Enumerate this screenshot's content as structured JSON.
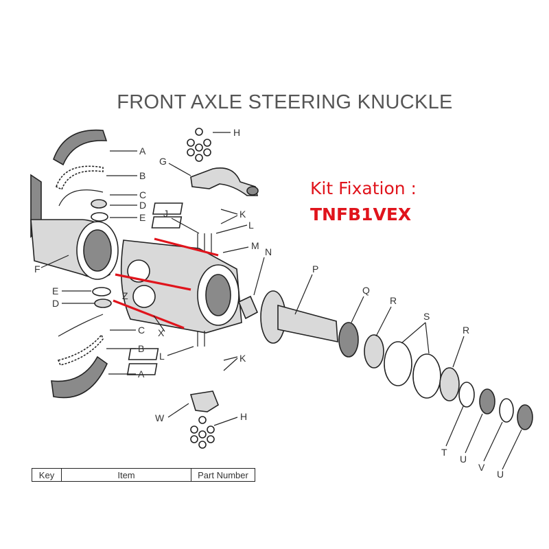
{
  "title": "FRONT AXLE STEERING KNUCKLE",
  "kit": {
    "label": "Kit Fixation :",
    "code": "TNFB1VEX",
    "color": "#e0141c"
  },
  "callouts": {
    "A_top": "A",
    "B_top": "B",
    "C_top": "C",
    "D_top": "D",
    "E_top": "E",
    "F": "F",
    "E_mid": "E",
    "D_mid": "D",
    "C_bot": "C",
    "B_bot": "B",
    "A_bot": "A",
    "G": "G",
    "H_top": "H",
    "H_bot": "H",
    "J": "J",
    "K_top": "K",
    "K_bot": "K",
    "L_top": "L",
    "L_bot": "L",
    "M": "M",
    "N": "N",
    "P": "P",
    "Q": "Q",
    "R_left": "R",
    "S": "S",
    "R_right": "R",
    "T": "T",
    "U_left": "U",
    "V": "V",
    "U_right": "U",
    "W": "W",
    "X": "X",
    "Z": "Z"
  },
  "table": {
    "headers": [
      "Key",
      "Item",
      "Part Number"
    ]
  }
}
